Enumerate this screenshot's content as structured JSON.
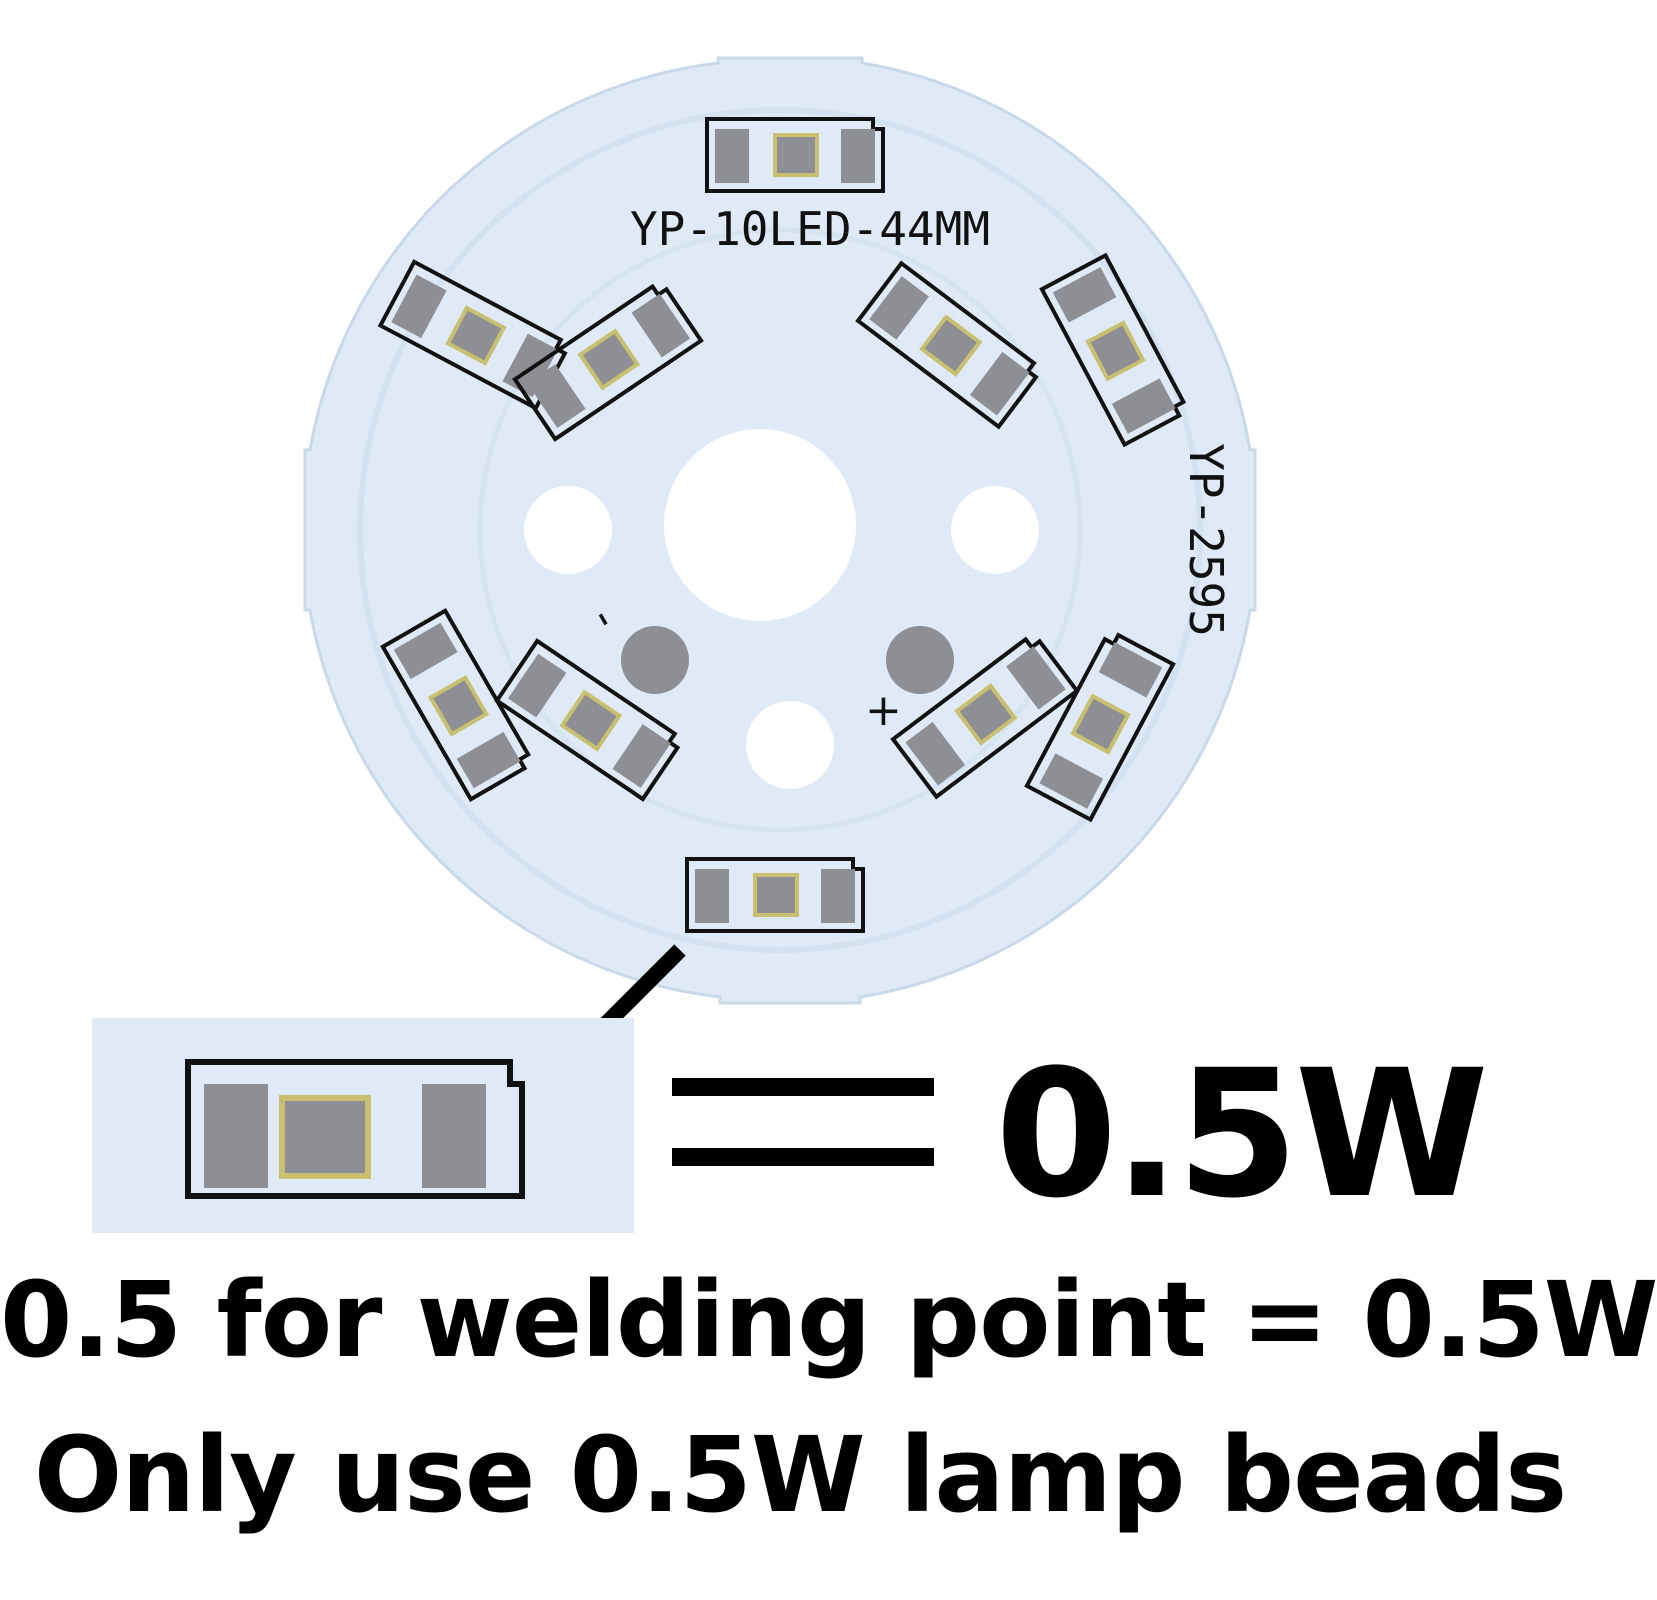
{
  "colors": {
    "board": "#dfeaf6",
    "board_edge": "#c9d9ea",
    "pad": "#8e8f94",
    "chip_outline": "#c8c070",
    "silkscreen": "#111111",
    "text": "#000000"
  },
  "board": {
    "model_label": "YP-10LED-44MM",
    "side_label": "YP-2595",
    "minus_mark": "-",
    "plus_mark": "+",
    "led_count": 10
  },
  "detail": {
    "equals_sign": "=",
    "rating": "0.5W"
  },
  "captions": {
    "line1": "0.5 for welding point = 0.5W",
    "line2": "Only use 0.5W lamp beads"
  }
}
